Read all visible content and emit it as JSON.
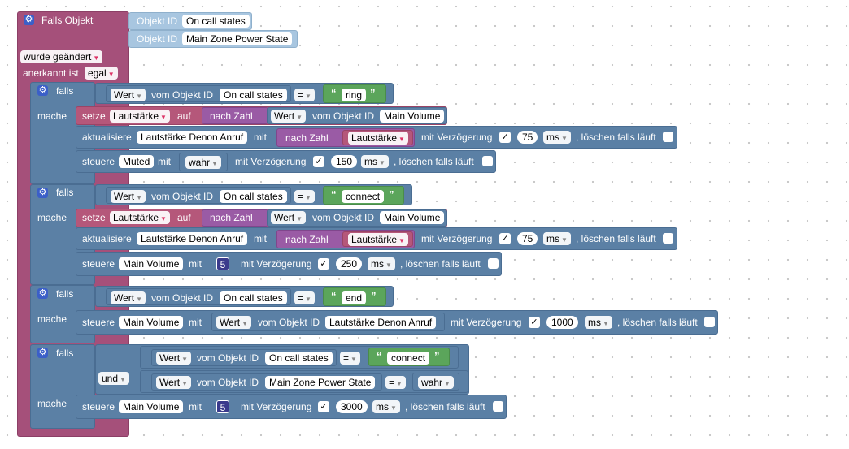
{
  "head": {
    "falls_objekt": "Falls Objekt",
    "objekt_id": "Objekt ID",
    "id1": "On call states",
    "id2": "Main Zone Power State",
    "wurde": "wurde geändert",
    "anerkannt": "anerkannt ist",
    "egal": "egal"
  },
  "w": {
    "falls": "falls",
    "mache": "mache",
    "wert": "Wert",
    "vom": "vom Objekt ID",
    "oncall": "On call states",
    "eq": "=",
    "setze": "setze",
    "lautstaerke": "Lautstärke",
    "auf": "auf",
    "nachzahl": "nach Zahl",
    "mainvol": "Main Volume",
    "aktualisiere": "aktualisiere",
    "ldenon": "Lautstärke Denon Anruf",
    "mit": "mit",
    "mitverz": "mit Verzögerung",
    "ms": "ms",
    "loeschen": ", löschen falls läuft",
    "steuere": "steuere",
    "muted": "Muted",
    "wahr": "wahr",
    "und": "und",
    "mzps": "Main Zone Power State",
    "check": "✓"
  },
  "blocks": [
    {
      "text": "ring",
      "n1": "75",
      "n2": "150"
    },
    {
      "text": "connect",
      "n1": "75",
      "n_main": "5",
      "n2": "250"
    },
    {
      "text": "end",
      "n1": "1000"
    },
    {
      "text": "connect",
      "n_main": "5",
      "n2": "3000"
    }
  ],
  "colors": {
    "event": "#a5507a",
    "logic": "#5b80a5",
    "variable": "#b5577a",
    "math": "#9a5ba5",
    "text": "#5ba55b"
  }
}
